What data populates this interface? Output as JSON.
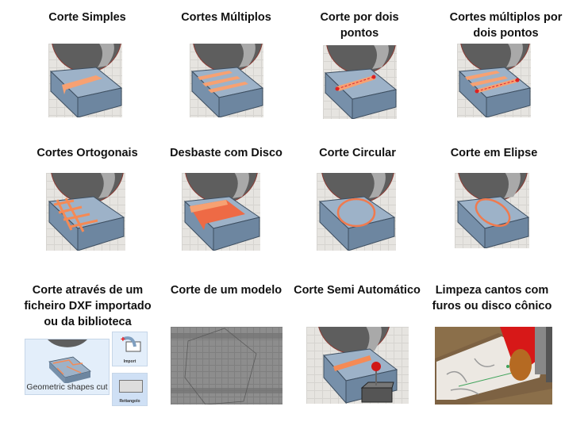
{
  "cutting_modes": [
    {
      "id": "corte-simples",
      "title": "Corte Simples"
    },
    {
      "id": "cortes-multiplos",
      "title": "Cortes Múltiplos"
    },
    {
      "id": "corte-dois-pontos",
      "title": "Corte por dois pontos"
    },
    {
      "id": "cortes-multiplos-dois-pontos",
      "title": "Cortes múltiplos por\ndois pontos"
    },
    {
      "id": "cortes-ortogonais",
      "title": "Cortes Ortogonais"
    },
    {
      "id": "desbaste-disco",
      "title": "Desbaste com Disco"
    },
    {
      "id": "corte-circular",
      "title": "Corte Circular"
    },
    {
      "id": "corte-elipse",
      "title": "Corte em Elipse"
    },
    {
      "id": "corte-dxf",
      "title": "Corte através de um\nficheiro DXF importado\nou da biblioteca",
      "panels": {
        "main_label": "Geometric shapes cut",
        "import_label": "Import",
        "rect_label": "Rettangolo"
      }
    },
    {
      "id": "corte-modelo",
      "title": "Corte de um modelo"
    },
    {
      "id": "corte-semi-automatico",
      "title": "Corte Semi Automático"
    },
    {
      "id": "limpeza-cantos",
      "title": "Limpeza cantos com\nfuros ou disco cônico"
    }
  ],
  "colors": {
    "block_top": "#9db2c8",
    "block_side": "#7790aa",
    "cut": "#f7a172",
    "cut_dark": "#ee6a45",
    "disc": "#5e5e5e",
    "disc_light": "#a9a9a9",
    "tile_bg": "#e6e4e0"
  }
}
